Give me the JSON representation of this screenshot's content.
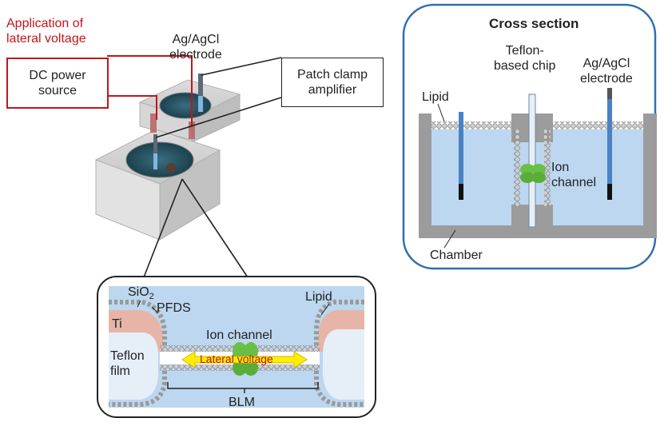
{
  "left": {
    "application_line1": "Application of",
    "application_line2": "lateral voltage",
    "dc_line1": "DC power",
    "dc_line2": "source",
    "electrode_line1": "Ag/AgCl",
    "electrode_line2": "electrode",
    "patch_line1": "Patch clamp",
    "patch_line2": "amplifier"
  },
  "cross_section": {
    "title": "Cross section",
    "chip_line1": "Teflon-",
    "chip_line2": "based chip",
    "electrode_line1": "Ag/AgCl",
    "electrode_line2": "electrode",
    "lipid": "Lipid",
    "ion_line1": "Ion",
    "ion_line2": "channel",
    "chamber": "Chamber"
  },
  "inset": {
    "sio2_base": "SiO",
    "sio2_sub": "2",
    "pfds": "PFDS",
    "ti": "Ti",
    "teflon_line1": "Teflon",
    "teflon_line2": "film",
    "ion_channel": "Ion channel",
    "lateral_voltage": "Lateral voltage",
    "lipid": "Lipid",
    "blm": "BLM"
  },
  "colors": {
    "accent_red": "#c0161c",
    "water": "#bcd7ef",
    "panel_border": "#2e6fb0",
    "channel_green": "#6abf45",
    "arrow_yellow": "#ffee00"
  }
}
